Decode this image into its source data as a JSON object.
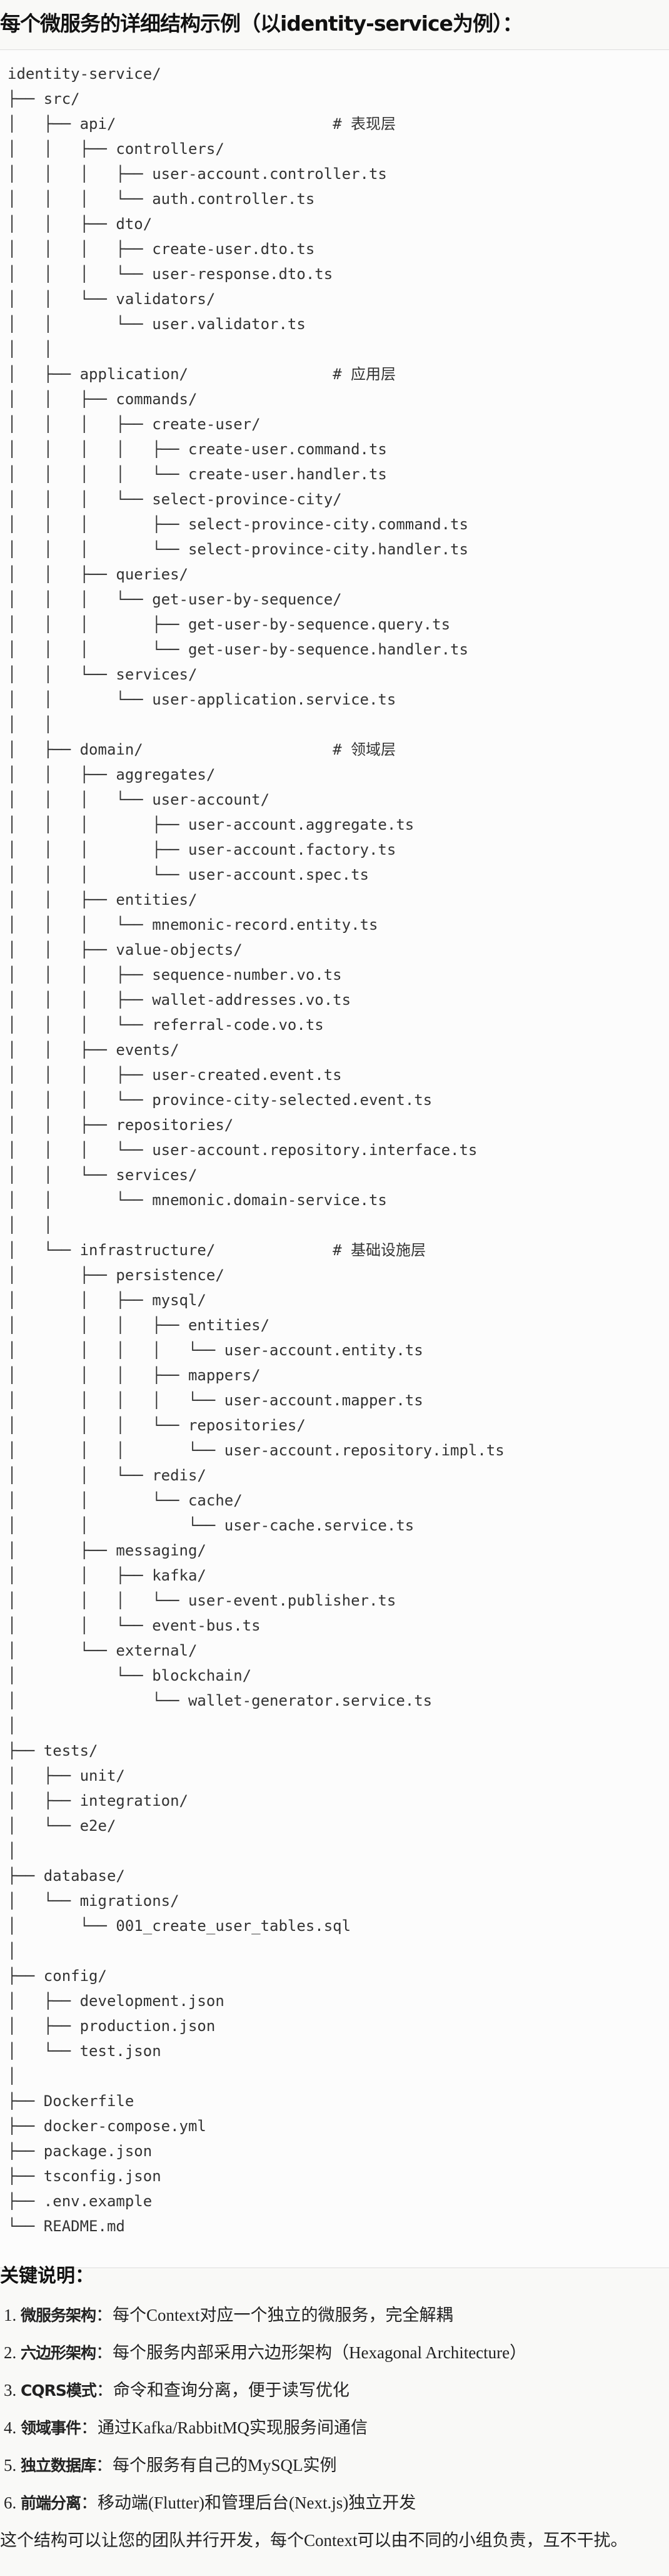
{
  "title": "每个微服务的详细结构示例（以identity-service为例）：",
  "tree": [
    {
      "line": "identity-service/"
    },
    {
      "line": "├── src/"
    },
    {
      "line": "│   ├── api/",
      "comment": "# 表现层"
    },
    {
      "line": "│   │   ├── controllers/"
    },
    {
      "line": "│   │   │   ├── user-account.controller.ts"
    },
    {
      "line": "│   │   │   └── auth.controller.ts"
    },
    {
      "line": "│   │   ├── dto/"
    },
    {
      "line": "│   │   │   ├── create-user.dto.ts"
    },
    {
      "line": "│   │   │   └── user-response.dto.ts"
    },
    {
      "line": "│   │   └── validators/"
    },
    {
      "line": "│   │       └── user.validator.ts"
    },
    {
      "line": "│   │"
    },
    {
      "line": "│   ├── application/",
      "comment": "# 应用层"
    },
    {
      "line": "│   │   ├── commands/"
    },
    {
      "line": "│   │   │   ├── create-user/"
    },
    {
      "line": "│   │   │   │   ├── create-user.command.ts"
    },
    {
      "line": "│   │   │   │   └── create-user.handler.ts"
    },
    {
      "line": "│   │   │   └── select-province-city/"
    },
    {
      "line": "│   │   │       ├── select-province-city.command.ts"
    },
    {
      "line": "│   │   │       └── select-province-city.handler.ts"
    },
    {
      "line": "│   │   ├── queries/"
    },
    {
      "line": "│   │   │   └── get-user-by-sequence/"
    },
    {
      "line": "│   │   │       ├── get-user-by-sequence.query.ts"
    },
    {
      "line": "│   │   │       └── get-user-by-sequence.handler.ts"
    },
    {
      "line": "│   │   └── services/"
    },
    {
      "line": "│   │       └── user-application.service.ts"
    },
    {
      "line": "│   │"
    },
    {
      "line": "│   ├── domain/",
      "comment": "# 领域层"
    },
    {
      "line": "│   │   ├── aggregates/"
    },
    {
      "line": "│   │   │   └── user-account/"
    },
    {
      "line": "│   │   │       ├── user-account.aggregate.ts"
    },
    {
      "line": "│   │   │       ├── user-account.factory.ts"
    },
    {
      "line": "│   │   │       └── user-account.spec.ts"
    },
    {
      "line": "│   │   ├── entities/"
    },
    {
      "line": "│   │   │   └── mnemonic-record.entity.ts"
    },
    {
      "line": "│   │   ├── value-objects/"
    },
    {
      "line": "│   │   │   ├── sequence-number.vo.ts"
    },
    {
      "line": "│   │   │   ├── wallet-addresses.vo.ts"
    },
    {
      "line": "│   │   │   └── referral-code.vo.ts"
    },
    {
      "line": "│   │   ├── events/"
    },
    {
      "line": "│   │   │   ├── user-created.event.ts"
    },
    {
      "line": "│   │   │   └── province-city-selected.event.ts"
    },
    {
      "line": "│   │   ├── repositories/"
    },
    {
      "line": "│   │   │   └── user-account.repository.interface.ts"
    },
    {
      "line": "│   │   └── services/"
    },
    {
      "line": "│   │       └── mnemonic.domain-service.ts"
    },
    {
      "line": "│   │"
    },
    {
      "line": "│   └── infrastructure/",
      "comment": "# 基础设施层"
    },
    {
      "line": "│       ├── persistence/"
    },
    {
      "line": "│       │   ├── mysql/"
    },
    {
      "line": "│       │   │   ├── entities/"
    },
    {
      "line": "│       │   │   │   └── user-account.entity.ts"
    },
    {
      "line": "│       │   │   ├── mappers/"
    },
    {
      "line": "│       │   │   │   └── user-account.mapper.ts"
    },
    {
      "line": "│       │   │   └── repositories/"
    },
    {
      "line": "│       │   │       └── user-account.repository.impl.ts"
    },
    {
      "line": "│       │   └── redis/"
    },
    {
      "line": "│       │       └── cache/"
    },
    {
      "line": "│       │           └── user-cache.service.ts"
    },
    {
      "line": "│       ├── messaging/"
    },
    {
      "line": "│       │   ├── kafka/"
    },
    {
      "line": "│       │   │   └── user-event.publisher.ts"
    },
    {
      "line": "│       │   └── event-bus.ts"
    },
    {
      "line": "│       └── external/"
    },
    {
      "line": "│           └── blockchain/"
    },
    {
      "line": "│               └── wallet-generator.service.ts"
    },
    {
      "line": "│"
    },
    {
      "line": "├── tests/"
    },
    {
      "line": "│   ├── unit/"
    },
    {
      "line": "│   ├── integration/"
    },
    {
      "line": "│   └── e2e/"
    },
    {
      "line": "│"
    },
    {
      "line": "├── database/"
    },
    {
      "line": "│   └── migrations/"
    },
    {
      "line": "│       └── 001_create_user_tables.sql"
    },
    {
      "line": "│"
    },
    {
      "line": "├── config/"
    },
    {
      "line": "│   ├── development.json"
    },
    {
      "line": "│   ├── production.json"
    },
    {
      "line": "│   └── test.json"
    },
    {
      "line": "│"
    },
    {
      "line": "├── Dockerfile"
    },
    {
      "line": "├── docker-compose.yml"
    },
    {
      "line": "├── package.json"
    },
    {
      "line": "├── tsconfig.json"
    },
    {
      "line": "├── .env.example"
    },
    {
      "line": "└── README.md"
    }
  ],
  "key_notes": {
    "heading": "关键说明：",
    "items": [
      {
        "num": "1. ",
        "label": "微服务架构",
        "sep": "：",
        "text": "每个Context对应一个独立的微服务，完全解耦"
      },
      {
        "num": "2. ",
        "label": "六边形架构",
        "sep": "：",
        "text": "每个服务内部采用六边形架构（Hexagonal Architecture）"
      },
      {
        "num": "3. ",
        "label": "CQRS模式",
        "sep": "：",
        "text": "命令和查询分离，便于读写优化"
      },
      {
        "num": "4. ",
        "label": "领域事件",
        "sep": "：",
        "text": "通过Kafka/RabbitMQ实现服务间通信"
      },
      {
        "num": "5. ",
        "label": "独立数据库",
        "sep": "：",
        "text": "每个服务有自己的MySQL实例"
      },
      {
        "num": "6. ",
        "label": "前端分离",
        "sep": "：",
        "text": "移动端(Flutter)和管理后台(Next.js)独立开发"
      }
    ],
    "closing": "这个结构可以让您的团队并行开发，每个Context可以由不同的小组负责，互不干扰。"
  }
}
